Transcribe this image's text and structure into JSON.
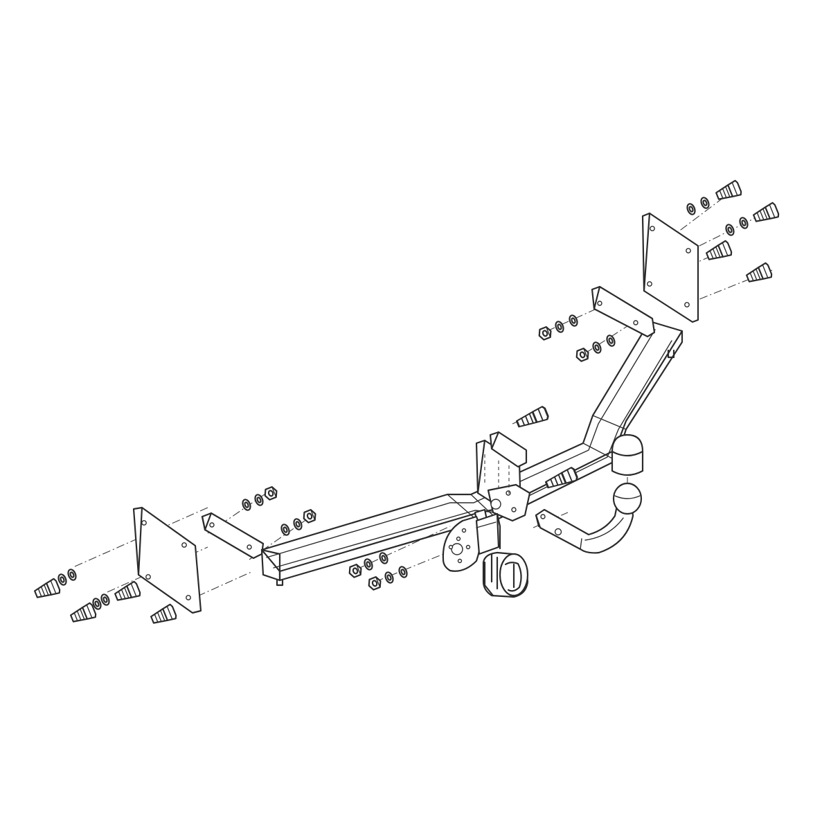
{
  "drawing": {
    "parts": [
      "left-mounting-plate",
      "left-bracket",
      "crossbar",
      "right-bracket",
      "right-mounting-plate",
      "center-mount",
      "tow-ball-arm",
      "ball-cap",
      "socket-plate",
      "electrical-socket",
      "bolt",
      "washer",
      "nut"
    ],
    "stroke_color": "#2b2b2b",
    "background_color": "#ffffff"
  }
}
